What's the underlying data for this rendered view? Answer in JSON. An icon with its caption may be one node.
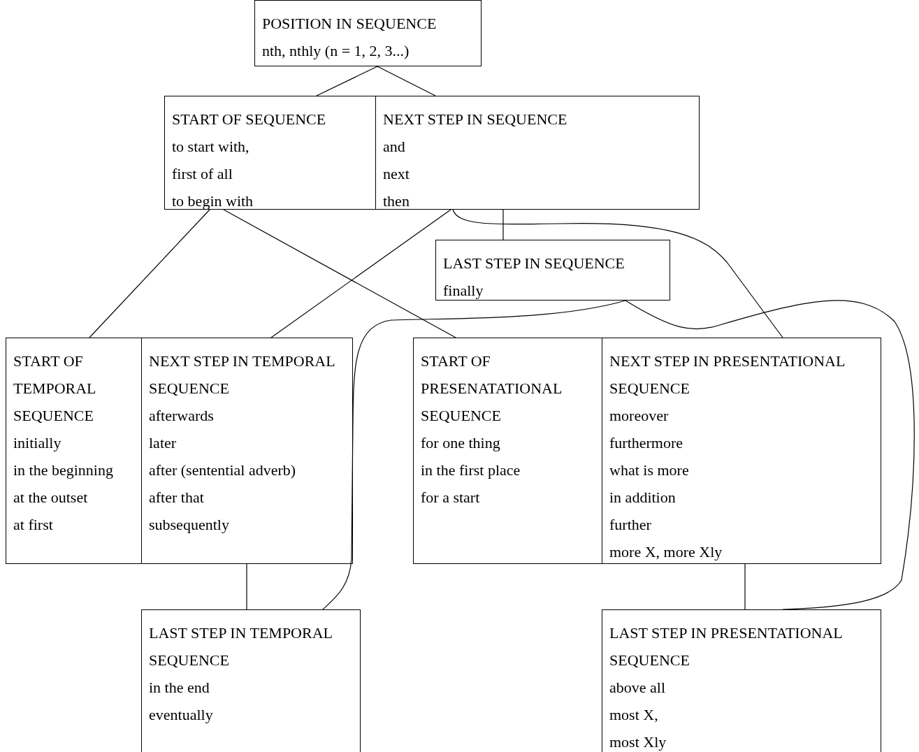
{
  "diagram": {
    "nodes": [
      {
        "text": [
          "POSITION IN SEQUENCE",
          "nth, nthly (n = 1, 2, 3...)"
        ]
      },
      {
        "text": [
          "START OF SEQUENCE",
          "to start with,",
          "first of all",
          "to begin with"
        ]
      },
      {
        "text": [
          "NEXT STEP IN SEQUENCE",
          "and",
          "next",
          "then"
        ]
      },
      {
        "text": [
          "LAST STEP IN SEQUENCE",
          "finally"
        ]
      },
      {
        "text": [
          "START OF TEMPORAL SEQUENCE",
          "initially",
          "in the beginning",
          "at the outset",
          "at first"
        ]
      },
      {
        "text": [
          "NEXT STEP IN TEMPORAL SEQUENCE",
          "afterwards",
          "later",
          "after (sentential adverb)",
          "after that",
          "subsequently"
        ]
      },
      {
        "text": [
          "START OF PRESENATATIONAL SEQUENCE",
          "for one thing",
          "in the first place",
          "for a start"
        ]
      },
      {
        "text": [
          "NEXT STEP IN PRESENTATIONAL SEQUENCE",
          "moreover",
          "furthermore",
          "what is more",
          "in addition",
          "further",
          "more X, more Xly"
        ]
      },
      {
        "text": [
          "LAST STEP IN TEMPORAL SEQUENCE",
          "in the end",
          "eventually"
        ]
      },
      {
        "text": [
          "LAST STEP IN PRESENTATIONAL SEQUENCE",
          "above all",
          "most X,",
          "most Xly"
        ]
      }
    ],
    "edges": [
      {
        "from": 0,
        "to": 1,
        "arrow": "none"
      },
      {
        "from": 0,
        "to": 2,
        "arrow": "none"
      },
      {
        "from": 1,
        "to": 4,
        "arrow": "none"
      },
      {
        "from": 1,
        "to": 6,
        "arrow": "none"
      },
      {
        "from": 2,
        "to": 5,
        "arrow": "none"
      },
      {
        "from": 2,
        "to": 3,
        "arrow": "none"
      },
      {
        "from": 2,
        "to": 7,
        "arrow": "none"
      },
      {
        "from": 3,
        "to": 8,
        "arrow": "none"
      },
      {
        "from": 3,
        "to": 9,
        "arrow": "none"
      },
      {
        "from": 5,
        "to": 8,
        "arrow": "none"
      },
      {
        "from": 7,
        "to": 9,
        "arrow": "none"
      }
    ]
  }
}
